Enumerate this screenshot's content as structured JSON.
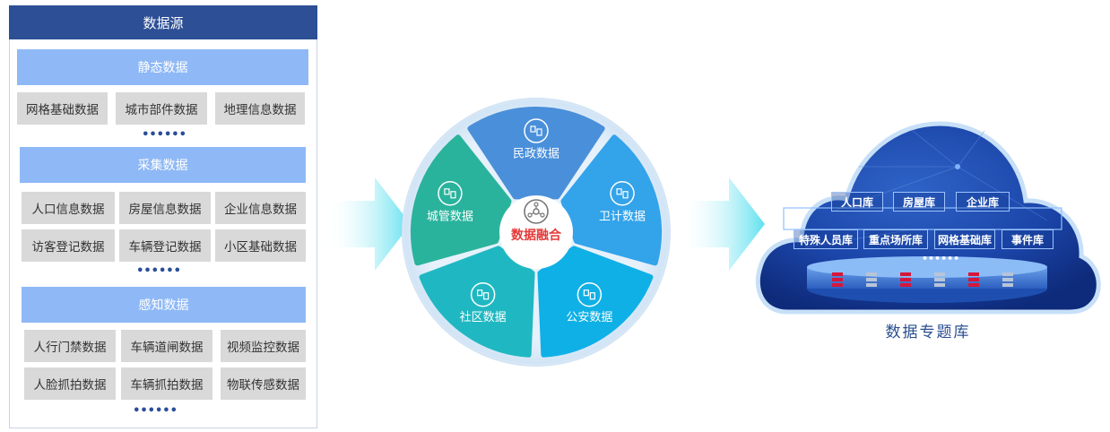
{
  "data_source": {
    "title": "数据源",
    "ellipsis": "••••••",
    "static": {
      "label": "静态数据",
      "items": [
        "网格基础数据",
        "城市部件数据",
        "地理信息数据"
      ]
    },
    "collect": {
      "label": "采集数据",
      "items": [
        "人口信息数据",
        "房屋信息数据",
        "企业信息数据",
        "访客登记数据",
        "车辆登记数据",
        "小区基础数据"
      ]
    },
    "sense": {
      "label": "感知数据",
      "items": [
        "人行门禁数据",
        "车辆道闸数据",
        "视频监控数据",
        "人脸抓拍数据",
        "车辆抓拍数据",
        "物联传感数据"
      ]
    }
  },
  "fusion": {
    "center": "数据融合",
    "segments": [
      {
        "label": "民政数据",
        "color": "#4a8fd9",
        "icon": "people-exchange-icon"
      },
      {
        "label": "卫计数据",
        "color": "#33a3ea",
        "icon": "medical-team-icon"
      },
      {
        "label": "公安数据",
        "color": "#0fb0e6",
        "icon": "police-group-icon"
      },
      {
        "label": "社区数据",
        "color": "#1fb8c2",
        "icon": "community-tree-icon"
      },
      {
        "label": "城管数据",
        "color": "#2ab39c",
        "icon": "document-chart-icon"
      }
    ]
  },
  "theme_db": {
    "title": "数据专题库",
    "ellipsis": "••••••",
    "row1": [
      "人口库",
      "房屋库",
      "企业库"
    ],
    "row2": [
      "特殊人员库",
      "重点场所库",
      "网格基础库",
      "事件库"
    ]
  }
}
